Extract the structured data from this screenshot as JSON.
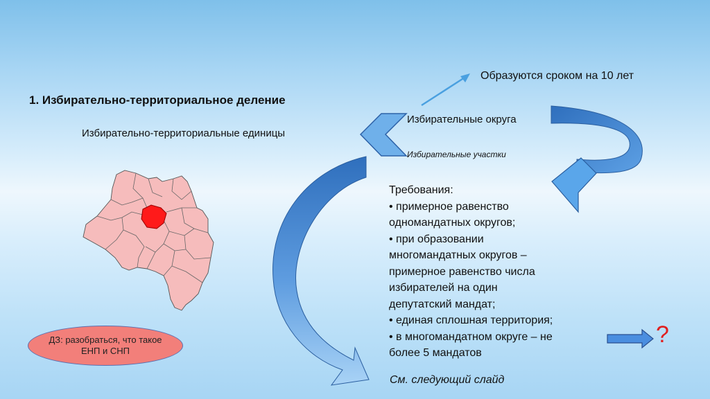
{
  "slide": {
    "title": "1. Избирательно-территориальное деление",
    "units_label": "Избирательно-территориальные единицы",
    "formed_label": "Образуются сроком на 10 лет",
    "districts_label": "Избирательные округа",
    "stations_label": "Избирательные участки",
    "requirements": {
      "heading": "Требования:",
      "lines": [
        "• примерное равенство",
        "одномандатных округов;",
        "• при образовании",
        "многомандатных округов –",
        "примерное равенство числа",
        "избирателей на один",
        "депутатский мандат;",
        "• единая сплошная территория;",
        "• в многомандатном округе – не",
        "более 5 мандатов"
      ]
    },
    "next_slide_label": "См. следующий слайд",
    "homework": {
      "line1": "ДЗ: разобраться, что такое",
      "line2": "ЕНП и СНП"
    },
    "question_mark": "?"
  },
  "colors": {
    "arrow_blue": "#3d7cc8",
    "arrow_light": "#7cb6ec",
    "map_fill": "#f6bcbc",
    "map_highlight": "#ff1a1a",
    "homework_fill": "#f27f7a",
    "question_mark": "#e02020"
  }
}
